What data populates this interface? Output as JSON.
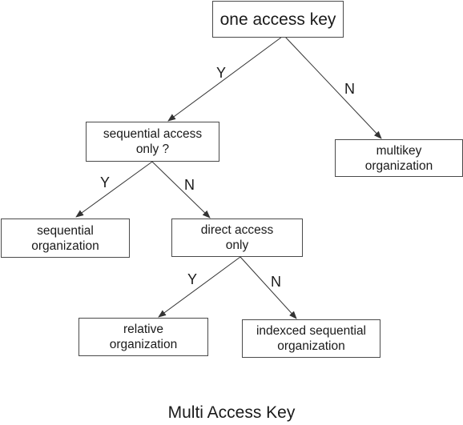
{
  "nodes": {
    "root": "one access key",
    "seq_q": "sequential access\nonly ?",
    "multikey": "multikey\norganization",
    "sequential": "sequential\norganization",
    "direct_q": "direct access\nonly",
    "relative": "relative\norganization",
    "indexed": "indexced sequential\norganization"
  },
  "edges": [
    {
      "from": "root",
      "to": "seq_q",
      "label": "Y"
    },
    {
      "from": "root",
      "to": "multikey",
      "label": "N"
    },
    {
      "from": "seq_q",
      "to": "sequential",
      "label": "Y"
    },
    {
      "from": "seq_q",
      "to": "direct_q",
      "label": "N"
    },
    {
      "from": "direct_q",
      "to": "relative",
      "label": "Y"
    },
    {
      "from": "direct_q",
      "to": "indexed",
      "label": "N"
    }
  ],
  "caption": "Multi Access  Key"
}
